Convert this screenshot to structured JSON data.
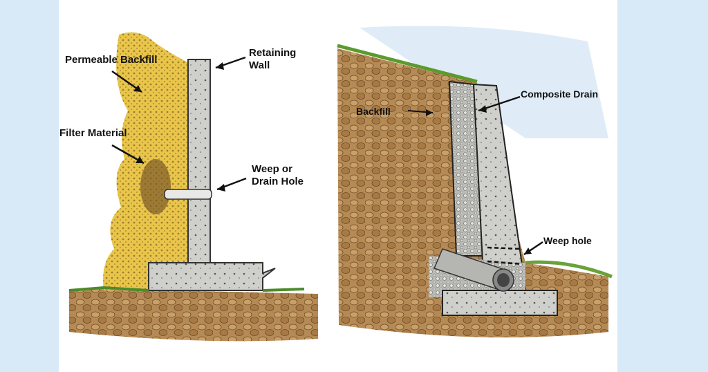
{
  "left_diagram": {
    "labels": {
      "permeable_backfill": "Permeable Backfill",
      "retaining_wall": "Retaining Wall",
      "filter_material": "Filter Material",
      "weep_hole": "Weep or Drain Hole"
    }
  },
  "right_diagram": {
    "labels": {
      "backfill": "Backfill",
      "composite_drain": "Composite Drain",
      "weep_hole": "Weep hole"
    }
  },
  "colors": {
    "background": "#d8eaf7",
    "backfill_yellow": "#e9c54a",
    "concrete": "#c9c9c5",
    "soil": "#9a6f3e"
  }
}
